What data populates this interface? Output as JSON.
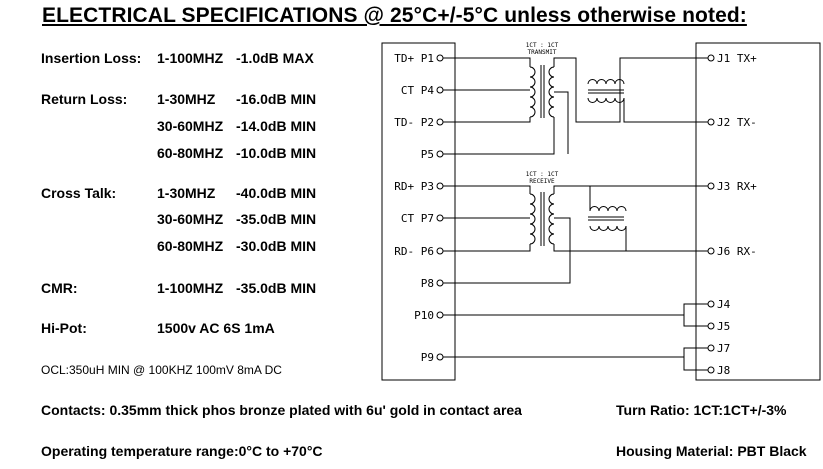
{
  "title": "ELECTRICAL SPECIFICATIONS @ 25°C+/-5°C unless otherwise noted:",
  "specs": {
    "insertion_loss": {
      "label": "Insertion Loss:",
      "range": "1-100MHZ",
      "value": "-1.0dB MAX"
    },
    "return_loss": {
      "label": "Return Loss:",
      "rows": [
        {
          "range": "1-30MHZ",
          "value": "-16.0dB MIN"
        },
        {
          "range": "30-60MHZ",
          "value": "-14.0dB MIN"
        },
        {
          "range": "60-80MHZ",
          "value": "-10.0dB MIN"
        }
      ]
    },
    "cross_talk": {
      "label": "Cross Talk:",
      "rows": [
        {
          "range": "1-30MHZ",
          "value": "-40.0dB MIN"
        },
        {
          "range": "30-60MHZ",
          "value": "-35.0dB MIN"
        },
        {
          "range": "60-80MHZ",
          "value": "-30.0dB MIN"
        }
      ]
    },
    "cmr": {
      "label": "CMR:",
      "range": "1-100MHZ",
      "value": "-35.0dB MIN"
    },
    "hipot": {
      "label": "Hi-Pot:",
      "value": "1500v AC 6S 1mA"
    },
    "ocl": "OCL:350uH MIN @ 100KHZ 100mV 8mA DC"
  },
  "footer": {
    "contacts": "Contacts: 0.35mm thick phos bronze plated with 6u' gold in contact area",
    "turn_ratio": "Turn Ratio: 1CT:1CT+/-3%",
    "operating_temp": "Operating temperature range:0°C to +70°C",
    "housing": "Housing Material: PBT Black"
  },
  "schematic": {
    "left_pins": {
      "p1": "TD+ P1",
      "p4": "CT P4",
      "p2": "TD- P2",
      "p5": "P5",
      "p3": "RD+ P3",
      "p7": "CT P7",
      "p6": "RD- P6",
      "p8": "P8",
      "p10": "P10",
      "p9": "P9"
    },
    "right_pins": {
      "j1": "J1 TX+",
      "j2": "J2 TX-",
      "j3": "J3 RX+",
      "j6": "J6 RX-",
      "j4": "J4",
      "j5": "J5",
      "j7": "J7",
      "j8": "J8"
    },
    "transmit": {
      "ratio": "1CT : 1CT",
      "name": "TRANSMIT"
    },
    "receive": {
      "ratio": "1CT : 1CT",
      "name": "RECEIVE"
    }
  }
}
